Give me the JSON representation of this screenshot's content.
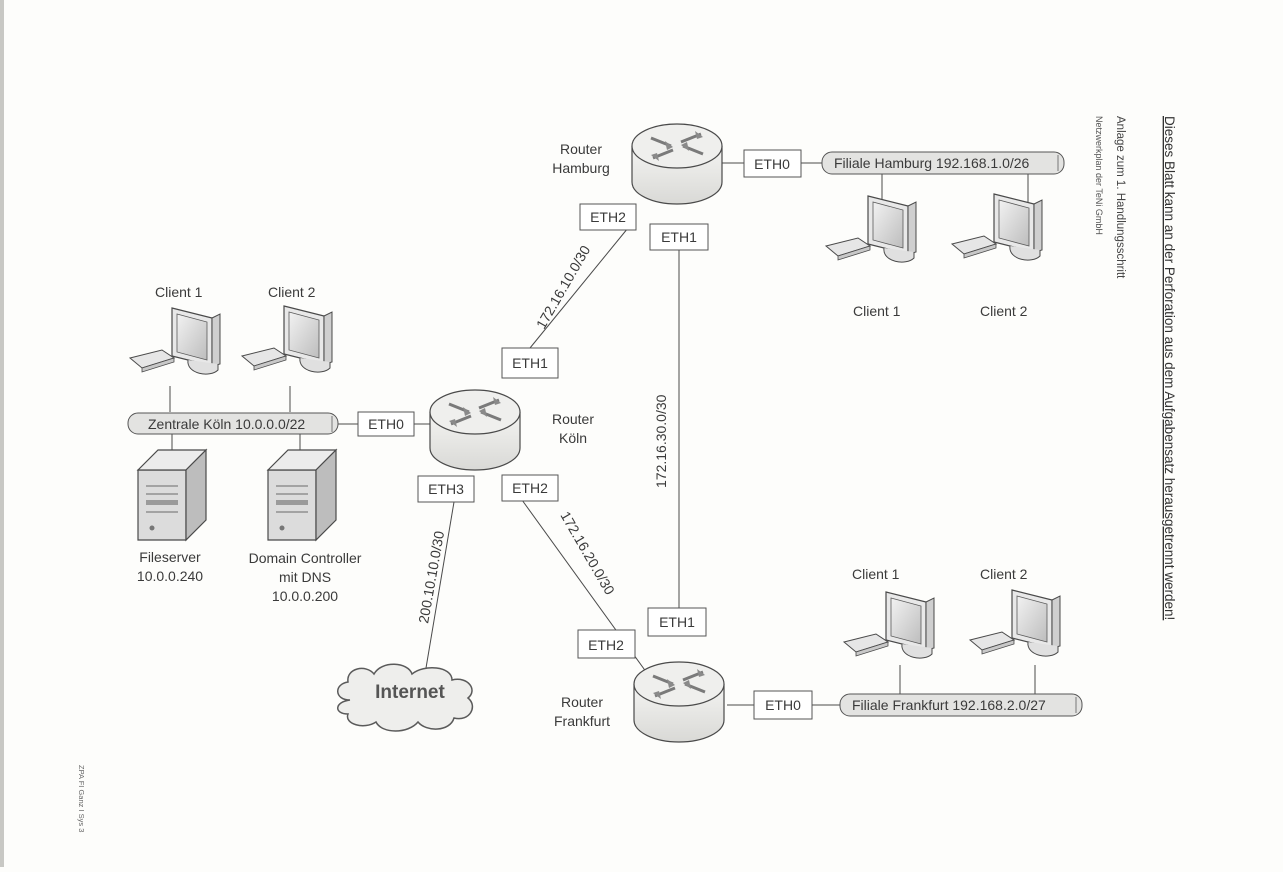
{
  "side_text": {
    "perforation": "Dieses Blatt kann an der Perforation aus dem Aufgabensatz herausgetrennt werden!",
    "anlage": "Anlage zum 1. Handlungsschritt",
    "netzwerkplan": "Netzwerkplan der TeNi GmbH",
    "footer_code": "ZPA FI Ganz I Sys 3"
  },
  "koeln": {
    "router_label": [
      "Router",
      "Köln"
    ],
    "bus_label": "Zentrale Köln 10.0.0.0/22",
    "client1": "Client 1",
    "client2": "Client 2",
    "fileserver": [
      "Fileserver",
      "10.0.0.240"
    ],
    "dc": [
      "Domain Controller",
      "mit DNS",
      "10.0.0.200"
    ],
    "ports": {
      "eth0": "ETH0",
      "eth1": "ETH1",
      "eth2": "ETH2",
      "eth3": "ETH3"
    }
  },
  "hamburg": {
    "router_label": [
      "Router",
      "Hamburg"
    ],
    "bus_label": "Filiale Hamburg 192.168.1.0/26",
    "client1": "Client 1",
    "client2": "Client 2",
    "ports": {
      "eth0": "ETH0",
      "eth1": "ETH1",
      "eth2": "ETH2"
    }
  },
  "frankfurt": {
    "router_label": [
      "Router",
      "Frankfurt"
    ],
    "bus_label": "Filiale Frankfurt 192.168.2.0/27",
    "client1": "Client 1",
    "client2": "Client 2",
    "ports": {
      "eth0": "ETH0",
      "eth1": "ETH1",
      "eth2": "ETH2"
    }
  },
  "links": {
    "koeln_hamburg": "172.16.10.0/30",
    "hamburg_frankfurt": "172.16.30.0/30",
    "koeln_frankfurt": "172.16.20.0/30",
    "koeln_internet": "200.10.10.0/30"
  },
  "internet": "Internet"
}
